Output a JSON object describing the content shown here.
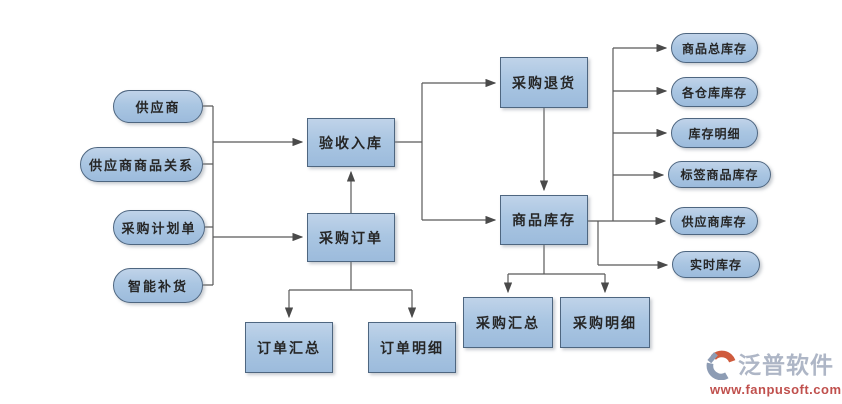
{
  "diagram": {
    "left_inputs": [
      {
        "label": "供应商"
      },
      {
        "label": "供应商商品关系"
      },
      {
        "label": "采购计划单"
      },
      {
        "label": "智能补货"
      }
    ],
    "process": {
      "acceptance": "验收入库",
      "purchase_order": "采购订单",
      "order_summary": "订单汇总",
      "order_detail": "订单明细",
      "purchase_return": "采购退货",
      "goods_inventory": "商品库存",
      "purchase_summary": "采购汇总",
      "purchase_detail": "采购明细"
    },
    "right_outputs": [
      {
        "label": "商品总库存"
      },
      {
        "label": "各仓库库存"
      },
      {
        "label": "库存明细"
      },
      {
        "label": "标签商品库存"
      },
      {
        "label": "供应商库存"
      },
      {
        "label": "实时库存"
      }
    ]
  },
  "branding": {
    "name": "泛普软件",
    "url": "www.fanpusoft.com"
  },
  "colors": {
    "node_fill": "#aac6e2",
    "node_border": "#4e6680",
    "connector": "#4d4d4d",
    "logo_orange": "#cf5b3d",
    "logo_gray_blue": "#8d9cb4",
    "logo_url_red": "#c0504d"
  }
}
